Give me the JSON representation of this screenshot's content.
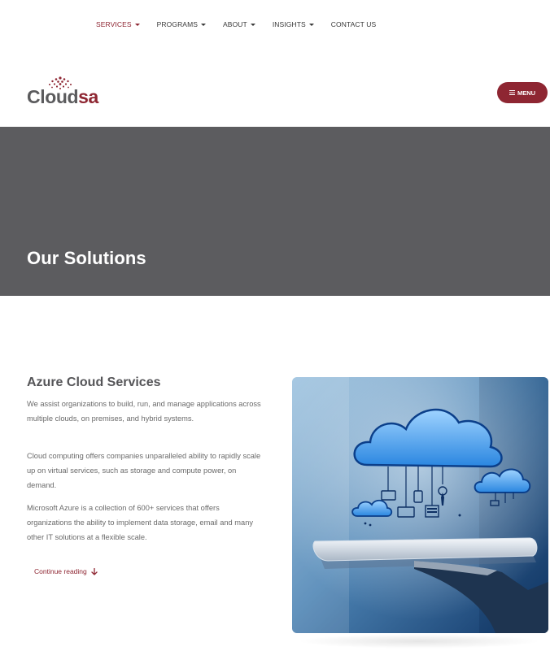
{
  "nav": {
    "items": [
      {
        "label": "SERVICES",
        "dropdown": true,
        "active": true
      },
      {
        "label": "PROGRAMS",
        "dropdown": true,
        "active": false
      },
      {
        "label": "ABOUT",
        "dropdown": true,
        "active": false
      },
      {
        "label": "INSIGHTS",
        "dropdown": true,
        "active": false
      },
      {
        "label": "CONTACT US",
        "dropdown": false,
        "active": false
      }
    ]
  },
  "logo": {
    "part1": "Cloud",
    "part2": "sa"
  },
  "menu_button": {
    "label": "MENU",
    "icon": "hamburger-icon"
  },
  "hero": {
    "title": "Our Solutions"
  },
  "content": {
    "section_title": "Azure Cloud Services",
    "paragraphs": [
      "We assist organizations to build, run, and manage applications across multiple clouds, on premises, and hybrid systems.",
      "Cloud computing offers companies unparalleled ability to rapidly scale up on virtual services, such as storage and compute power, on demand.",
      "Microsoft Azure is a collection of 600+ services that offers organizations the ability to implement data storage, email and many other IT solutions at a flexible scale."
    ],
    "continue_label": "Continue reading",
    "continue_icon": "arrow-down-icon"
  },
  "colors": {
    "brand": "#8e2632",
    "hero_bg": "#5c5c5f",
    "logo_gray": "#5b5b5d"
  }
}
